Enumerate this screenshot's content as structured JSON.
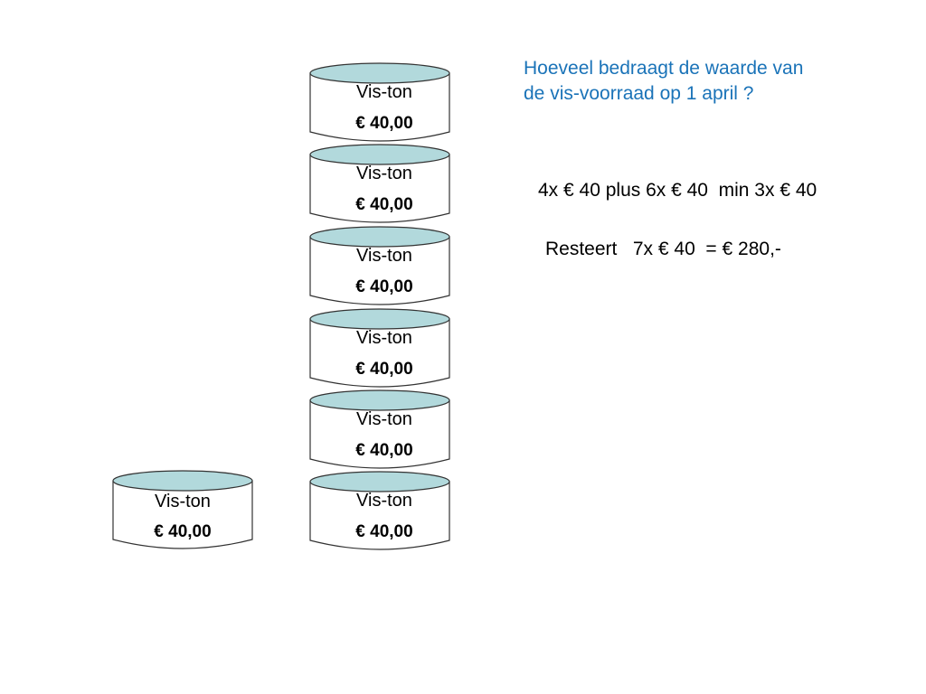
{
  "question": {
    "line1": "Hoeveel bedraagt de waarde van",
    "line2": "de vis-voorraad op 1 april ?"
  },
  "calculation": {
    "line1": "4x € 40 plus 6x € 40  min 3x € 40",
    "line2": "Resteert   7x € 40  = € 280,-"
  },
  "colors": {
    "barrel_lid": "#b2d9dc",
    "question_text": "#1a73b8"
  },
  "barrels": [
    {
      "label": "Vis-ton",
      "price": "€ 40,00"
    },
    {
      "label": "Vis-ton",
      "price": "€ 40,00"
    },
    {
      "label": "Vis-ton",
      "price": "€ 40,00"
    },
    {
      "label": "Vis-ton",
      "price": "€ 40,00"
    },
    {
      "label": "Vis-ton",
      "price": "€ 40,00"
    },
    {
      "label": "Vis-ton",
      "price": "€ 40,00"
    },
    {
      "label": "Vis-ton",
      "price": "€ 40,00"
    }
  ]
}
